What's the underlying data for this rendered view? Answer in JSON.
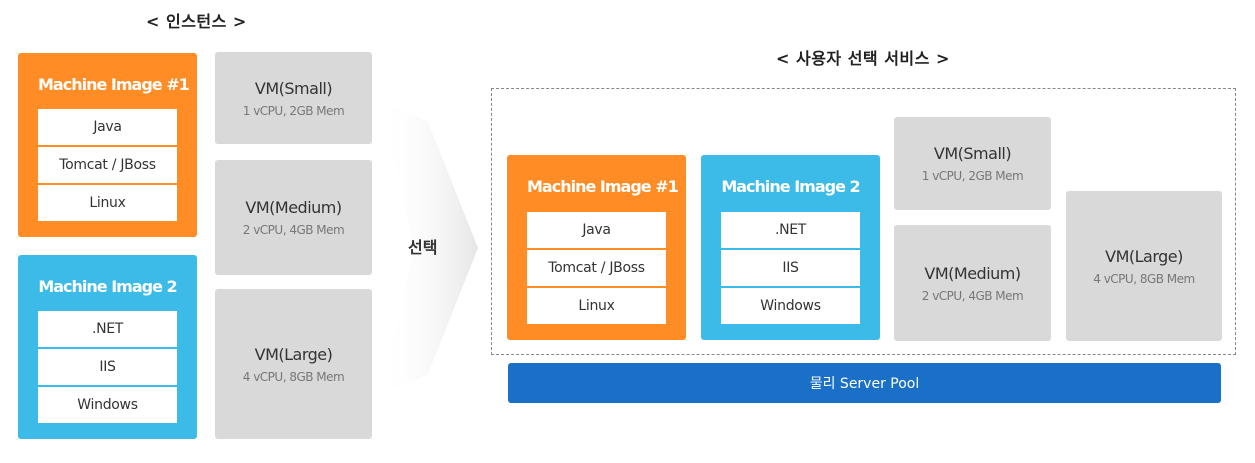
{
  "left": {
    "title": "< 인스턴스 >",
    "machines": [
      {
        "name": "Machine Image #1",
        "color": "#ff8c24",
        "items": [
          "Java",
          "Tomcat / JBoss",
          "Linux"
        ]
      },
      {
        "name": "Machine Image 2",
        "color": "#3dbbe8",
        "items": [
          ".NET",
          "IIS",
          "Windows"
        ]
      }
    ],
    "vms": [
      {
        "name": "VM(Small)",
        "spec": "1 vCPU, 2GB Mem"
      },
      {
        "name": "VM(Medium)",
        "spec": "2 vCPU, 4GB Mem"
      },
      {
        "name": "VM(Large)",
        "spec": "4 vCPU, 8GB Mem"
      }
    ]
  },
  "arrow": {
    "label": "선택"
  },
  "right": {
    "title": "< 사용자 선택 서비스 >",
    "machines": [
      {
        "name": "Machine Image #1",
        "color": "#ff8c24",
        "items": [
          "Java",
          "Tomcat / JBoss",
          "Linux"
        ]
      },
      {
        "name": "Machine Image 2",
        "color": "#3dbbe8",
        "items": [
          ".NET",
          "IIS",
          "Windows"
        ]
      }
    ],
    "vms": [
      {
        "name": "VM(Small)",
        "spec": "1 vCPU, 2GB Mem"
      },
      {
        "name": "VM(Medium)",
        "spec": "2 vCPU, 4GB Mem"
      },
      {
        "name": "VM(Large)",
        "spec": "4 vCPU, 8GB Mem"
      }
    ],
    "pool_label": "물리 Server Pool"
  }
}
